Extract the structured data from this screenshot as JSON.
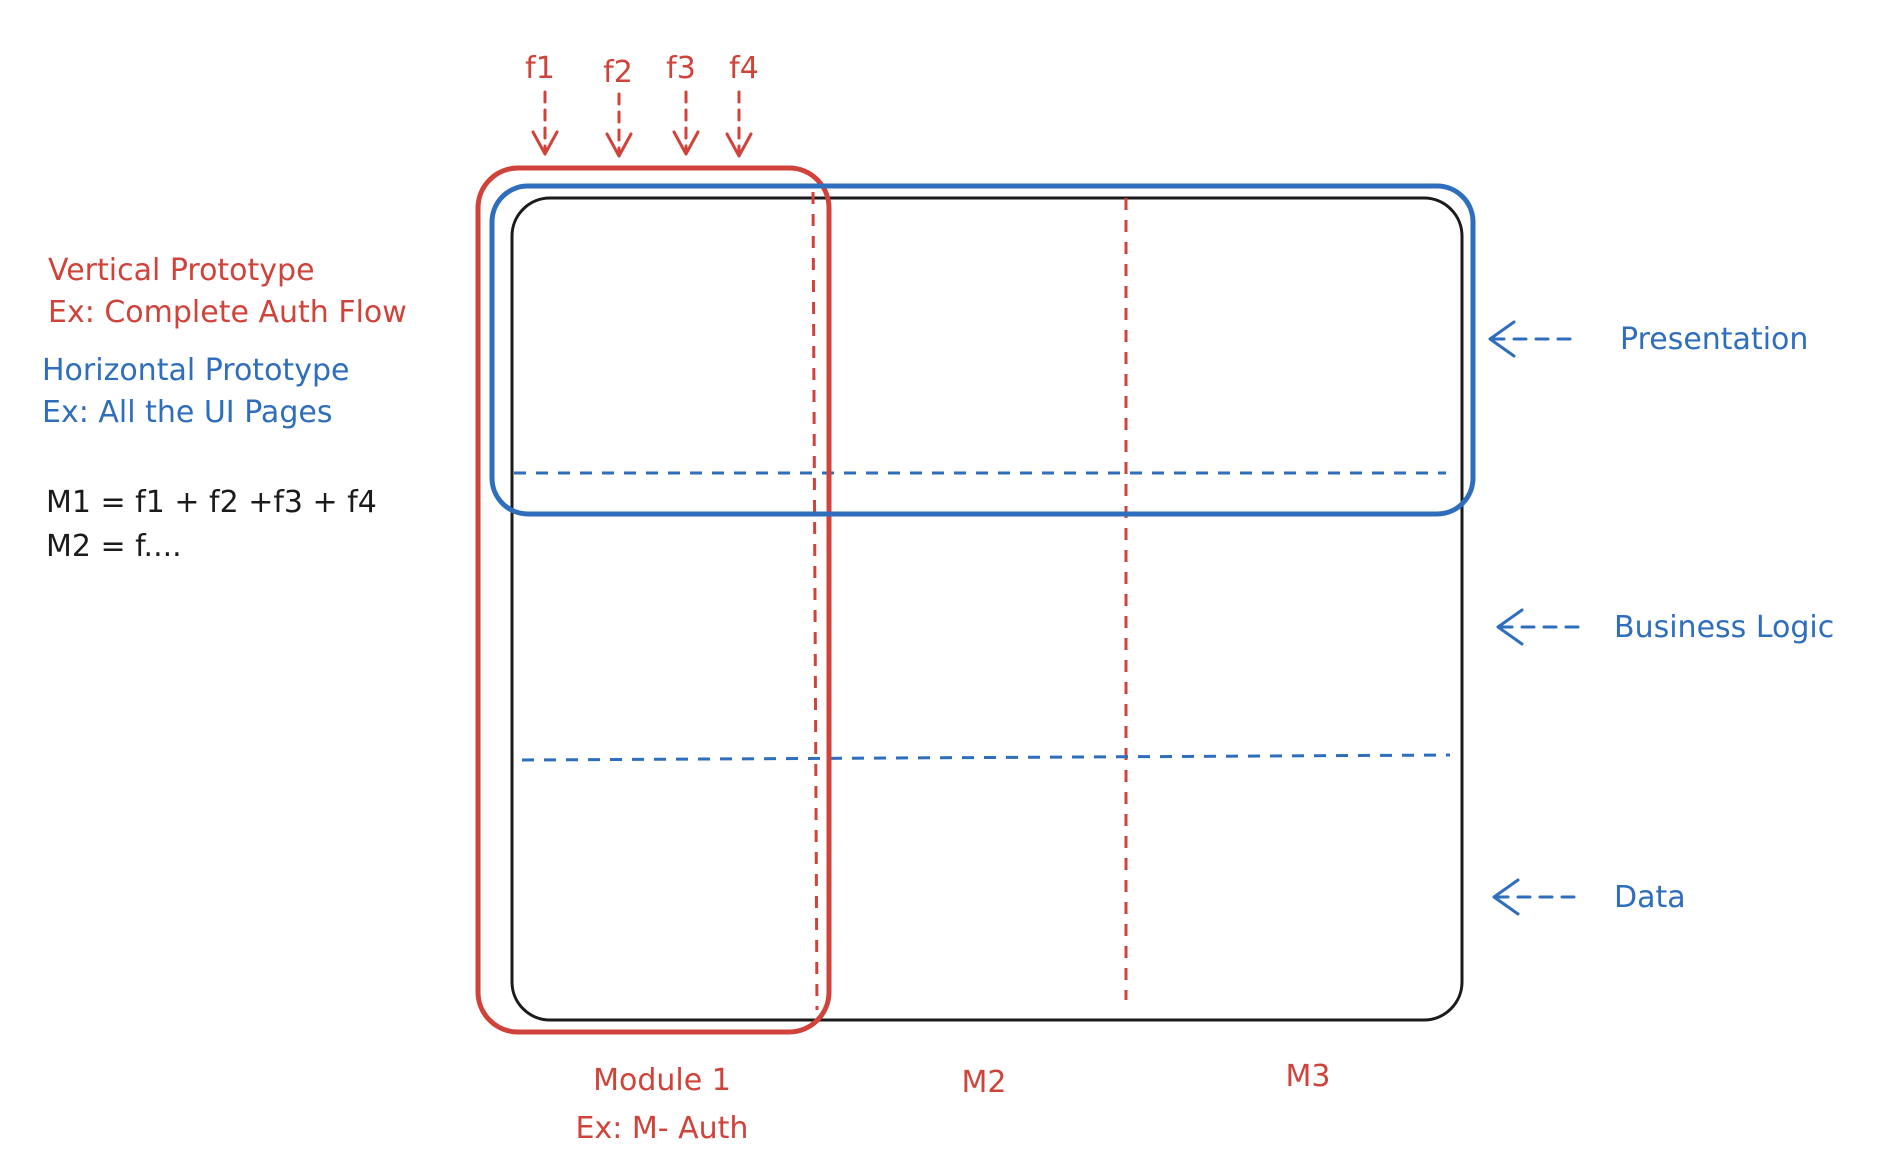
{
  "colors": {
    "red": "#d0433b",
    "blue": "#2f6dbd",
    "black": "#1b1b1b"
  },
  "features": [
    "f1",
    "f2",
    "f3",
    "f4"
  ],
  "left_notes": {
    "vertical_title": "Vertical Prototype",
    "vertical_example": "Ex: Complete Auth Flow",
    "horizontal_title": "Horizontal Prototype",
    "horizontal_example": "Ex: All the UI Pages",
    "formula_m1": "M1 = f1 + f2 +f3 + f4",
    "formula_m2": "M2 = f...."
  },
  "layers": {
    "presentation": "Presentation",
    "business_logic": "Business Logic",
    "data": "Data"
  },
  "modules": {
    "module1": "Module 1",
    "module1_example": "Ex: M- Auth",
    "m2": "M2",
    "m3": "M3"
  }
}
